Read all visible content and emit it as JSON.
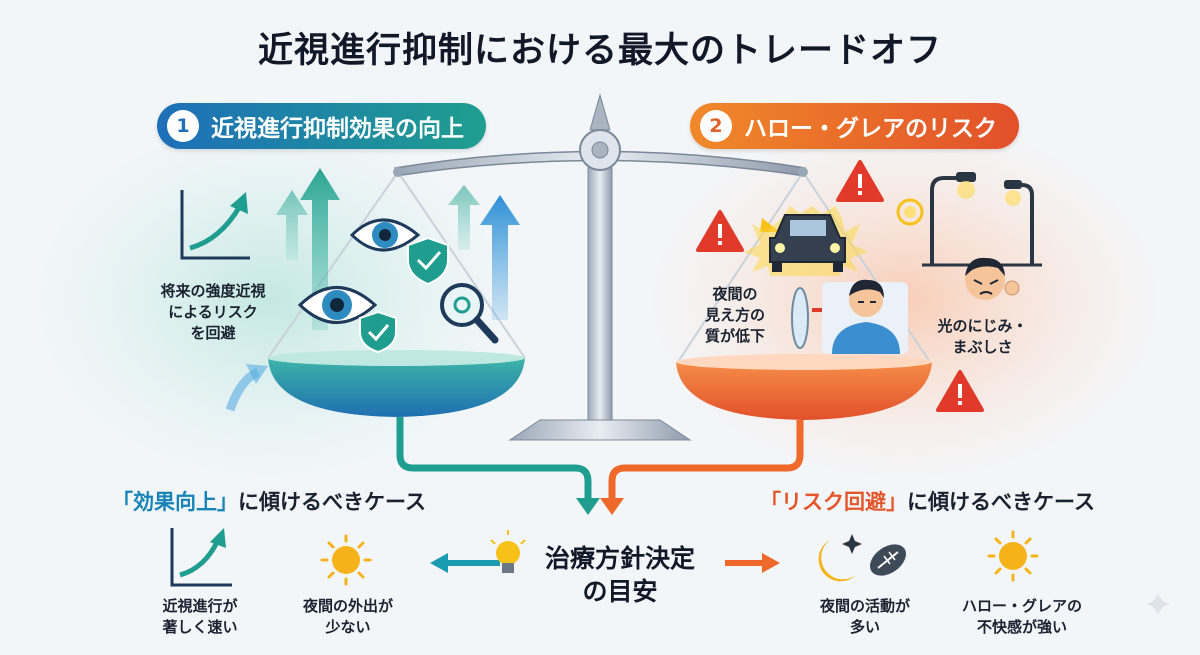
{
  "title": "近視進行抑制における最大のトレードオフ",
  "left_panel": {
    "number": "1",
    "heading": "近視進行抑制効果の向上",
    "label_lines": [
      "将来の強度近視",
      "によるリスク",
      "を回避"
    ]
  },
  "right_panel": {
    "number": "2",
    "heading": "ハロー・グレアのリスク",
    "label_a_lines": [
      "夜間の",
      "見え方の",
      "質が低下"
    ],
    "label_b_lines": [
      "光のにじみ・",
      "まぶしさ"
    ]
  },
  "center": {
    "label_lines": [
      "治療方針決定",
      "の目安"
    ]
  },
  "left_case": {
    "title_highlight": "「効果向上」",
    "title_rest": "に傾けるべきケース",
    "items": [
      {
        "lines": [
          "近視進行が",
          "著しく速い"
        ],
        "icon": "trend-up-chart-icon"
      },
      {
        "lines": [
          "夜間の外出が",
          "少ない"
        ],
        "icon": "sun-icon"
      }
    ]
  },
  "right_case": {
    "title_highlight": "「リスク回避」",
    "title_rest": "に傾けるべきケース",
    "items": [
      {
        "lines": [
          "夜間の活動が",
          "多い"
        ],
        "icon": "moon-and-football-icon"
      },
      {
        "lines": [
          "ハロー・グレアの",
          "不快感が強い"
        ],
        "icon": "sun-icon"
      }
    ]
  },
  "colors": {
    "teal": "#1f9e8f",
    "blue": "#1e6fb8",
    "orange": "#e8642a",
    "warning_red": "#e23a2a"
  }
}
